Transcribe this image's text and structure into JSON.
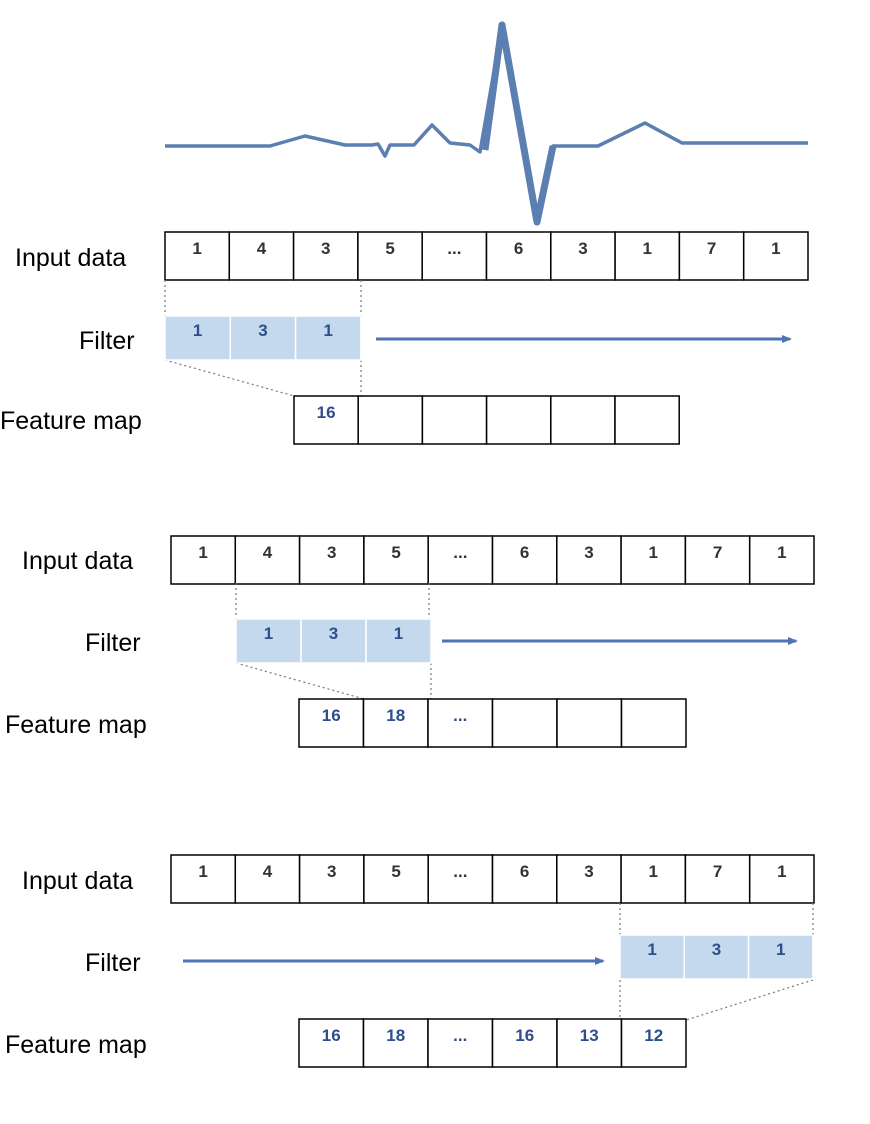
{
  "colors": {
    "signal": "#5b7fb0",
    "arrow": "#4f73b3",
    "filter_fill": "#c5d9ee",
    "filter_text": "#2e4e8c",
    "input_text": "#333333",
    "feature_text": "#2e4e8c"
  },
  "ecg_signal": {
    "description_icon": "ecg-waveform"
  },
  "panels": [
    {
      "labels": {
        "input": "Input data",
        "filter": "Filter",
        "feature": "Feature map"
      },
      "input_values": [
        "1",
        "4",
        "3",
        "5",
        "...",
        "6",
        "3",
        "1",
        "7",
        "1"
      ],
      "filter_values": [
        "1",
        "3",
        "1"
      ],
      "feature_values": [
        "16",
        "",
        "",
        "",
        "",
        ""
      ]
    },
    {
      "labels": {
        "input": "Input data",
        "filter": "Filter",
        "feature": "Feature map"
      },
      "input_values": [
        "1",
        "4",
        "3",
        "5",
        "...",
        "6",
        "3",
        "1",
        "7",
        "1"
      ],
      "filter_values": [
        "1",
        "3",
        "1"
      ],
      "feature_values": [
        "16",
        "18",
        "...",
        "",
        "",
        ""
      ]
    },
    {
      "labels": {
        "input": "Input data",
        "filter": "Filter",
        "feature": "Feature map"
      },
      "input_values": [
        "1",
        "4",
        "3",
        "5",
        "...",
        "6",
        "3",
        "1",
        "7",
        "1"
      ],
      "filter_values": [
        "1",
        "3",
        "1"
      ],
      "feature_values": [
        "16",
        "18",
        "...",
        "16",
        "13",
        "12"
      ]
    }
  ]
}
